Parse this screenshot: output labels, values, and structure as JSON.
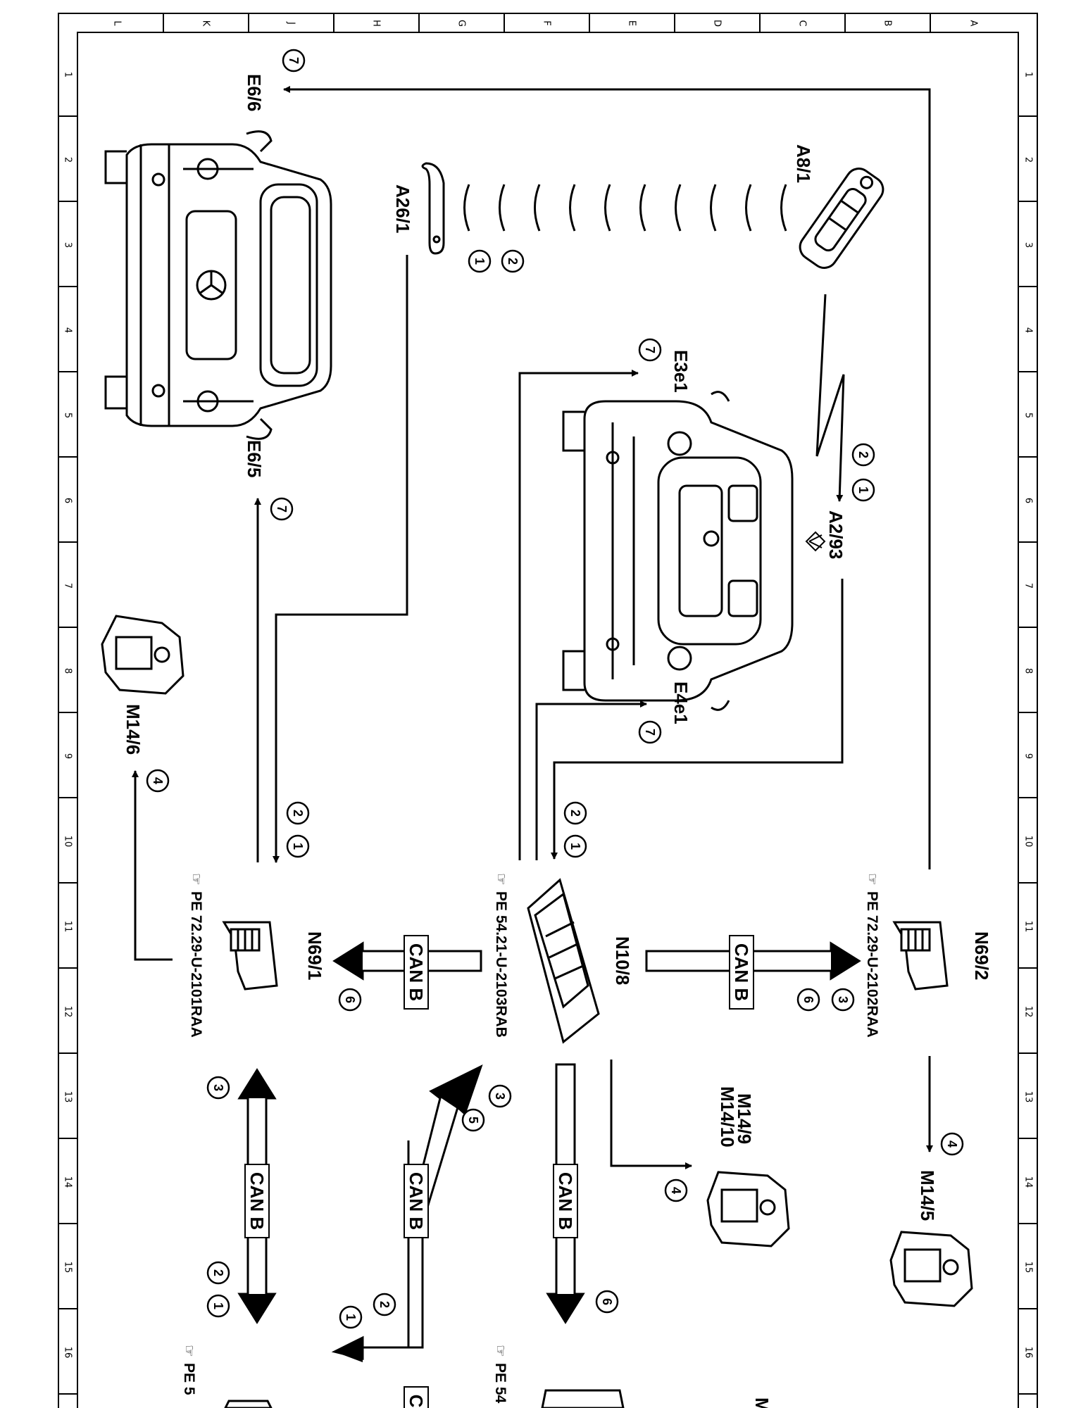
{
  "grid": {
    "letters": [
      "L",
      "K",
      "J",
      "H",
      "G",
      "F",
      "E",
      "D",
      "C",
      "B",
      "A"
    ],
    "numbers": [
      "1",
      "2",
      "3",
      "4",
      "5",
      "6",
      "7",
      "8",
      "9",
      "10",
      "11",
      "12",
      "13",
      "14",
      "15",
      "16"
    ]
  },
  "components": {
    "a8_1": "A8/1",
    "a26_1": "A26/1",
    "a2_93": "A2/93",
    "e6_6": "E6/6",
    "e6_5": "E6/5",
    "e3e1": "E3e1",
    "e4e1": "E4e1",
    "m14_6": "M14/6",
    "m14_9": "M14/9",
    "m14_10": "M14/10",
    "m14_5": "M14/5",
    "n69_1": "N69/1",
    "n69_2": "N69/2",
    "n10_8": "N10/8"
  },
  "references": {
    "n69_2_ref": "PE 72.29-U-2102RAA",
    "n10_8_ref": "PE 54.21-U-2103RAB",
    "n69_1_ref": "PE 72.29-U-2101RAA",
    "bottom_ref_1": "PE 5",
    "bottom_ref_2": "PE 54"
  },
  "bus": {
    "can_b": "CAN B",
    "can_b_partial": "C",
    "partial_m": "M"
  },
  "steps": {
    "s1": "1",
    "s2": "2",
    "s3": "3",
    "s4": "4",
    "s5": "5",
    "s6": "6",
    "s7": "7"
  }
}
